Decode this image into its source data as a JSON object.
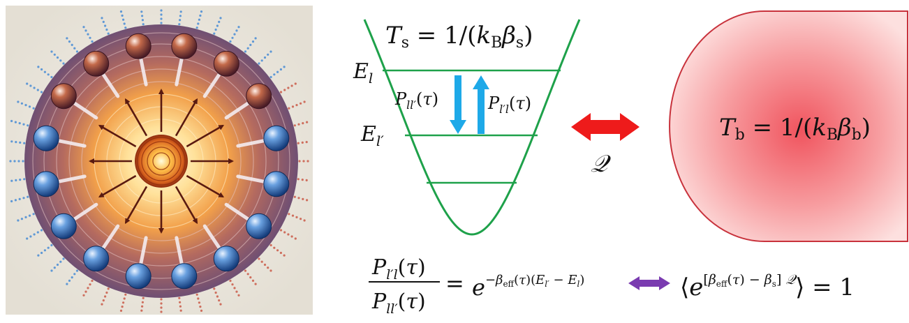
{
  "illustration": {
    "description_icon": "radial-atom-illustration",
    "colors": {
      "background": "#ece8df",
      "core": "#f6a43a",
      "ring": "#8f6780",
      "ball_blue": "#2f6fc0",
      "ball_red": "#a04636",
      "arrow": "#5a1a10"
    }
  },
  "system": {
    "temperature_label": "T_s = 1/(k_B β_s)",
    "level_high": "E_l",
    "level_low": "E_l'",
    "rate_down": "P_ll'(τ)",
    "rate_up": "P_l'l(τ)",
    "colors": {
      "well": "#1ea14a",
      "rate_arrows": "#1ea9e8"
    }
  },
  "exchange": {
    "heat_label": "Q",
    "color": "#ee1b1b"
  },
  "bath": {
    "temperature_label": "T_b = 1/(k_B β_b)",
    "colors": {
      "fill_center": "#f05a63",
      "fill_edge": "#fbd6d6",
      "stroke": "#c8323c"
    }
  },
  "equations": {
    "ratio_numerator": "P_l'l(τ)",
    "ratio_denominator": "P_ll'(τ)",
    "equals": "=",
    "exponential": "e^{-β_eff(τ)(E_l' - E_l)}",
    "fluctuation_relation": "⟨e^{[β_eff(τ) − β_s] Q}⟩ = 1",
    "equivalence_color": "#7a3bb0"
  }
}
